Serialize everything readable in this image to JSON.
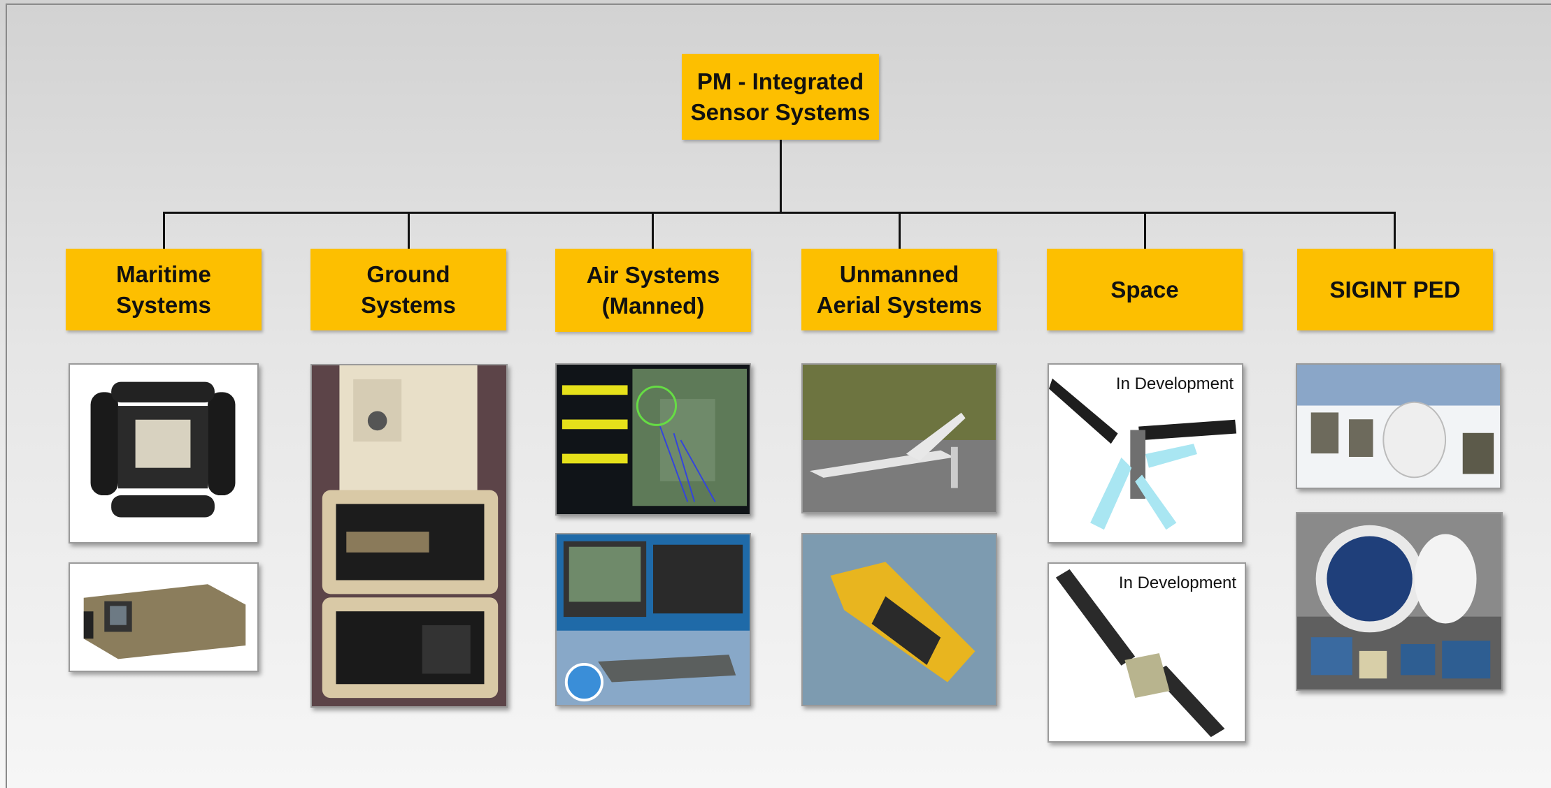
{
  "root": {
    "label": "PM -  Integrated\nSensor Systems"
  },
  "branches": [
    {
      "label": "Maritime\nSystems"
    },
    {
      "label": "Ground\nSystems"
    },
    {
      "label": "Air Systems\n(Manned)"
    },
    {
      "label": "Unmanned\nAerial Systems"
    },
    {
      "label": "Space"
    },
    {
      "label": "SIGINT PED"
    }
  ],
  "photos": {
    "space_top_tag": "In Development",
    "space_bottom_tag": "In Development"
  },
  "colors": {
    "box": "#fdbf00",
    "connector": "#111111"
  }
}
